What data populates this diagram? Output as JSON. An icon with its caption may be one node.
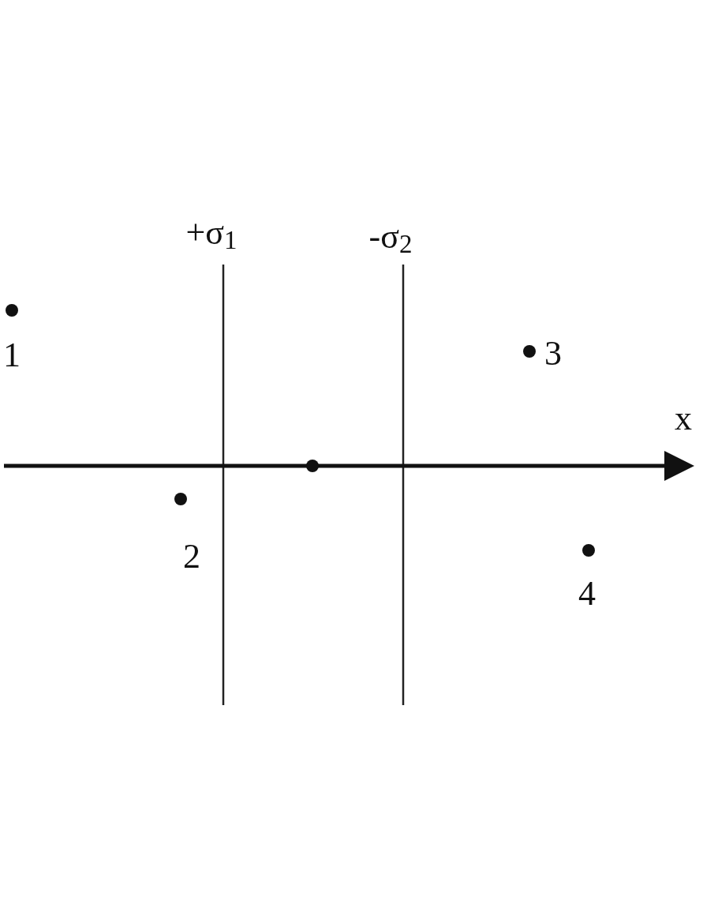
{
  "diagram": {
    "labels": [
      "+σ$_{1}$",
      "-σ$_{2}$",
      "1",
      "3",
      "x",
      "2",
      "4"
    ]
  }
}
